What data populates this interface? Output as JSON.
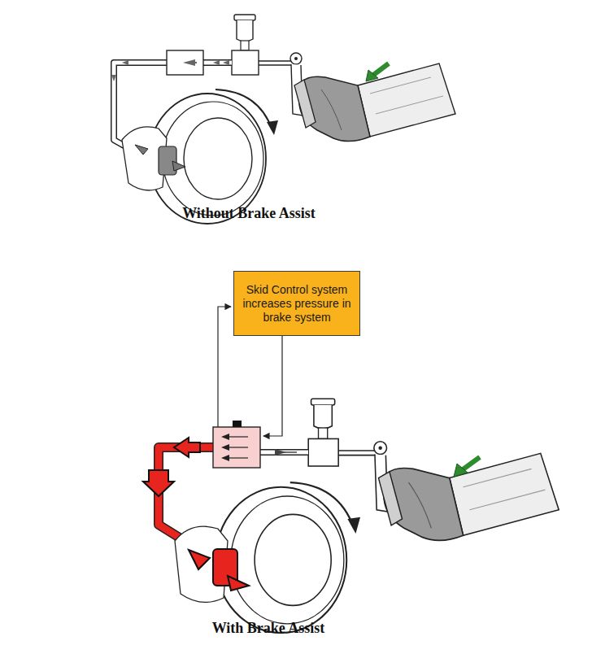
{
  "diagram": {
    "nodes": [
      {
        "text": [
          "Skid Control system increases pressure in brake system"
        ]
      }
    ],
    "labels": [
      "Without Brake Assist",
      "With Brake Assist"
    ]
  }
}
